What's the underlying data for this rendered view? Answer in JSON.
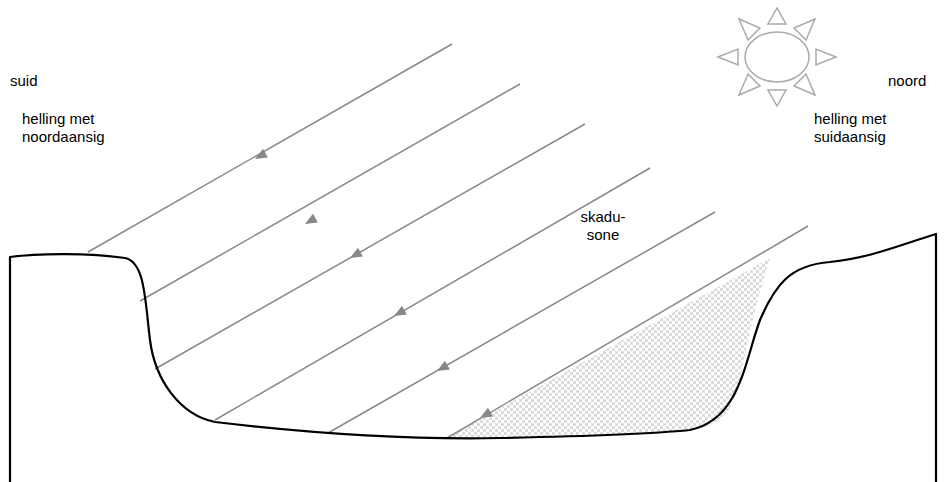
{
  "diagram": {
    "labels": [
      "suid",
      "noord",
      "helling met noordaansig",
      "helling met suidaansig",
      "skadu-sone"
    ]
  }
}
